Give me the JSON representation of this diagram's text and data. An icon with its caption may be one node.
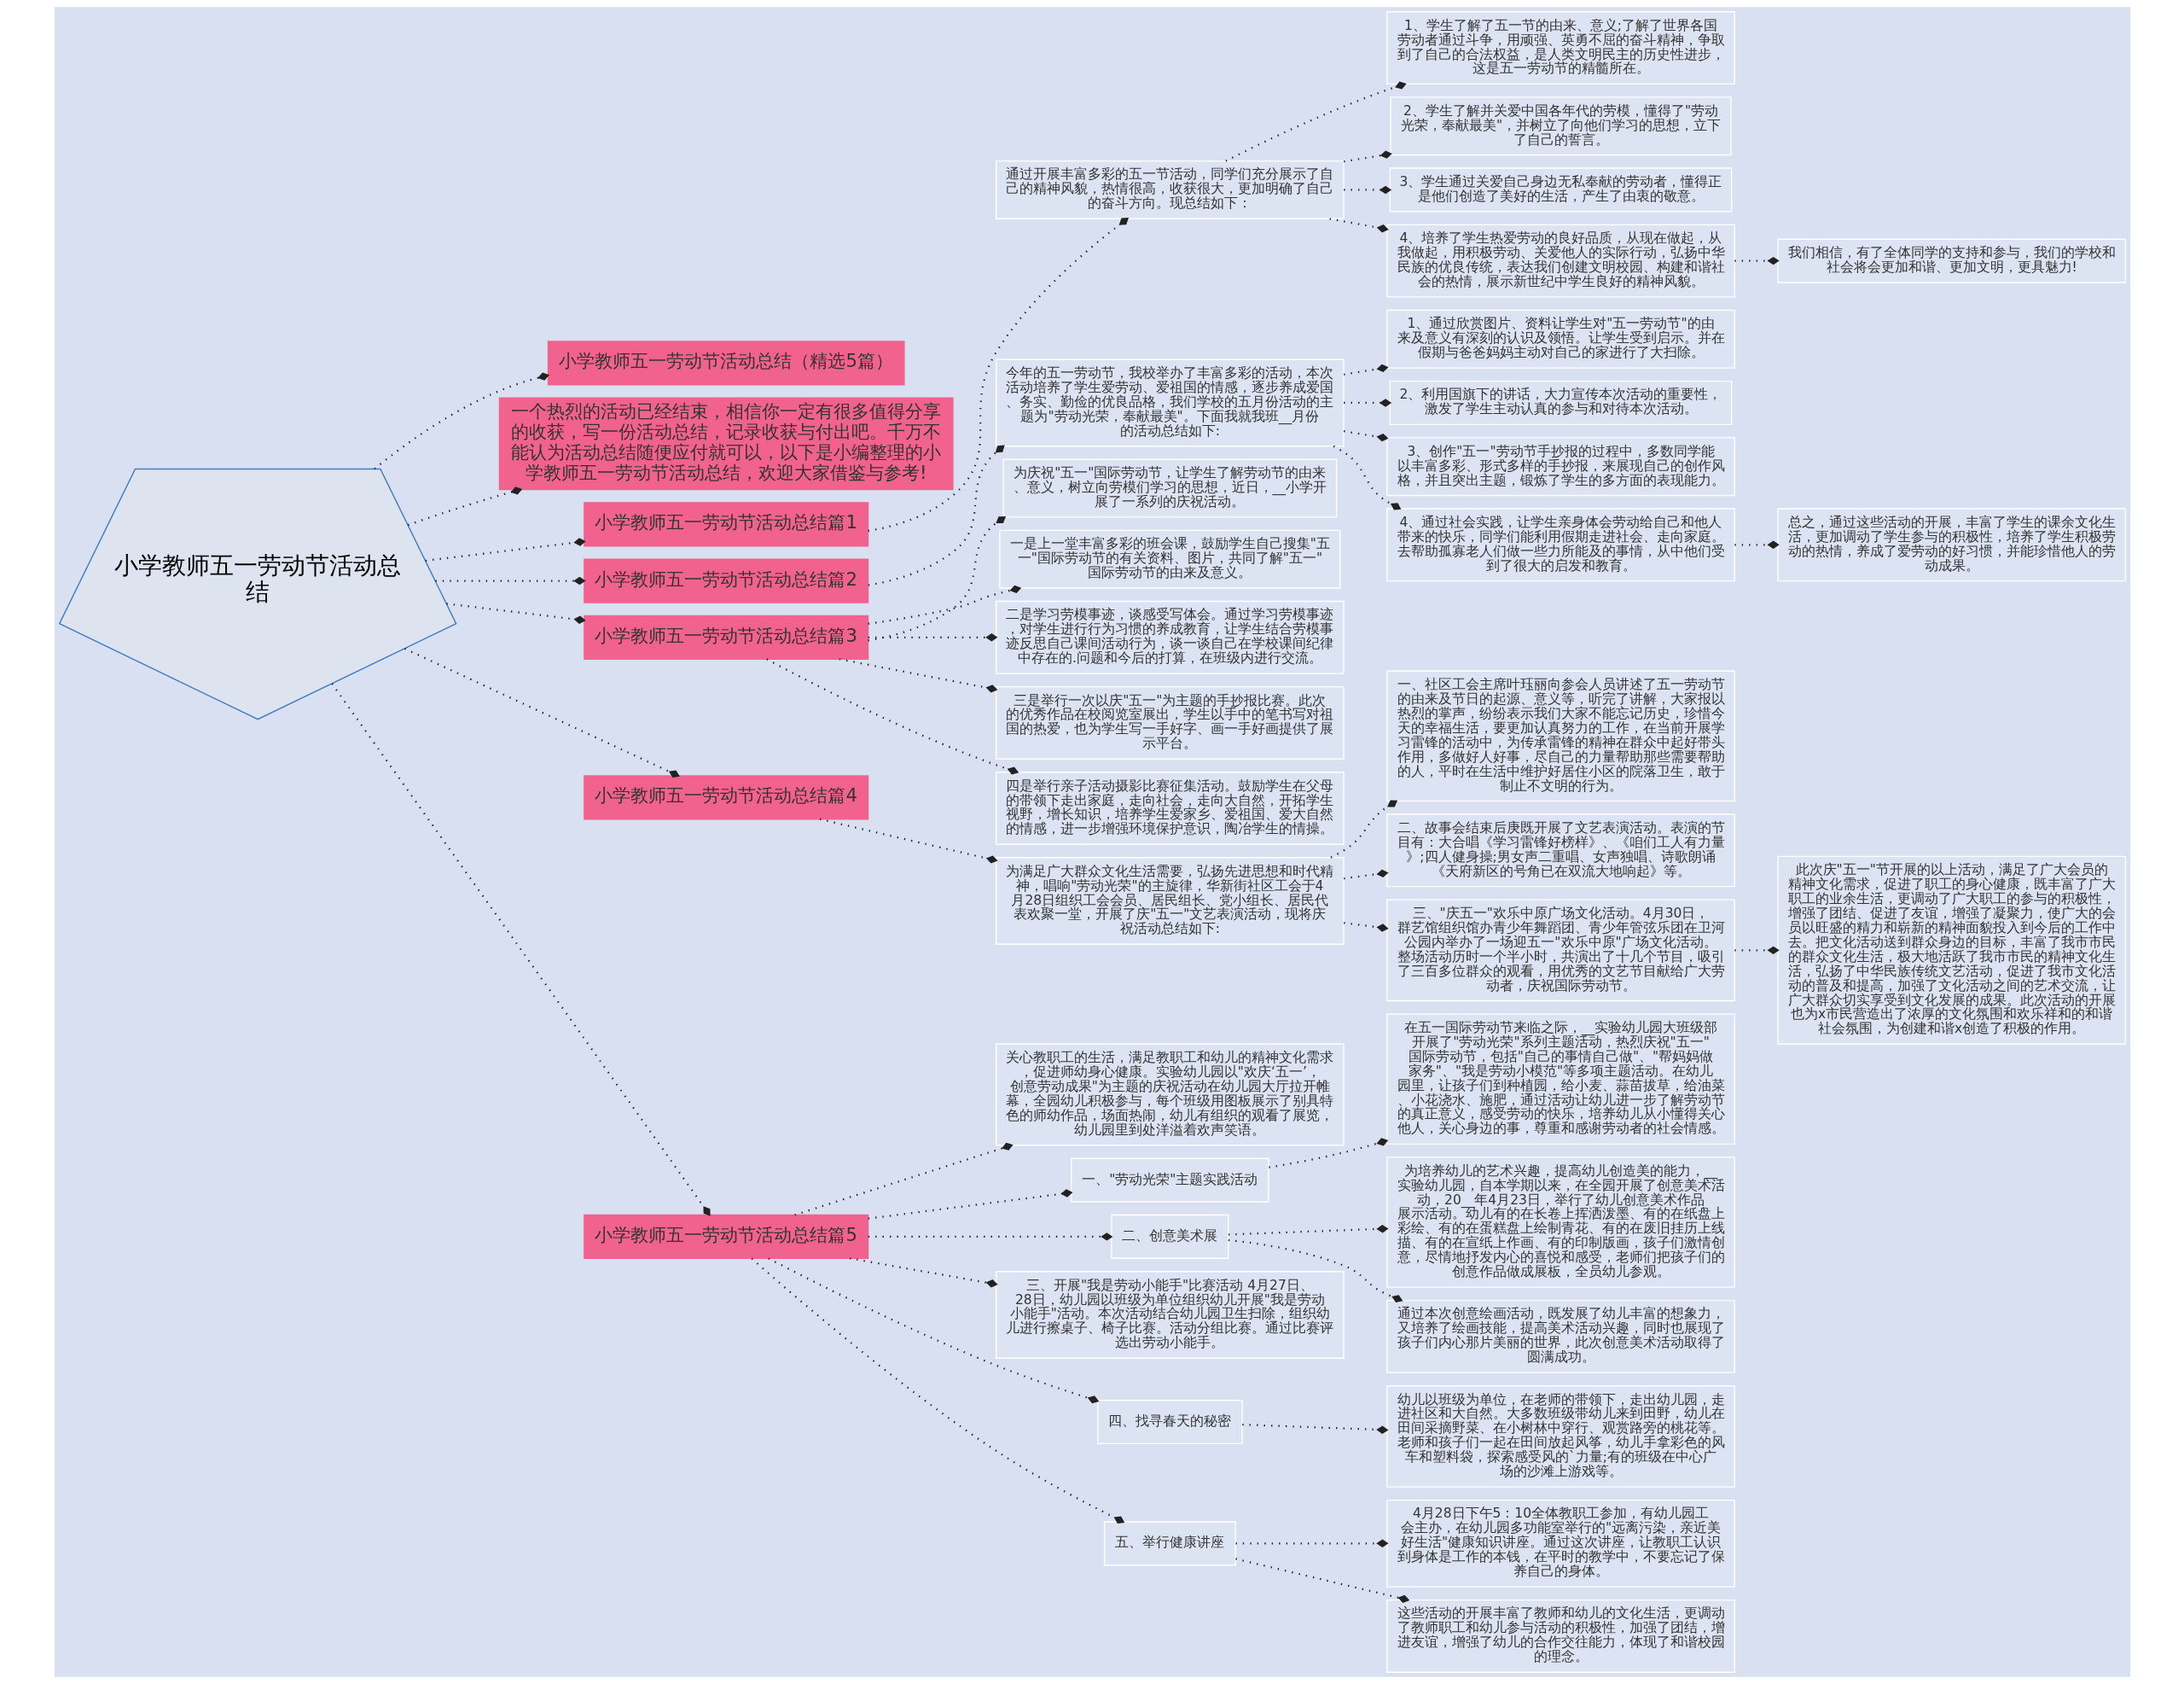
{
  "diagram": {
    "nodes": [
      {
        "text": [
          "小学教师五一劳动节活动总结"
        ]
      },
      {
        "text": [
          "小学教师五一劳动节活动总结（精选5篇）"
        ]
      },
      {
        "text": [
          "一个热烈的活动已经结束，相信你一定有很多值得分享的收获，写一份活动总结，记录收获与付出吧。千万不能认为活动总结随便应付就可以，以下是小编整理的小学教师五一劳动节活动总结，欢迎大家借鉴与参考!"
        ]
      },
      {
        "text": [
          "小学教师五一劳动节活动总结篇1"
        ]
      },
      {
        "text": [
          "通过开展丰富多彩的五一节活动，同学们充分展示了自己的精神风貌，热情很高，收获很大，更加明确了自己的奋斗方向。现总结如下："
        ]
      },
      {
        "text": [
          "1、学生了解了五一节的由来、意义;了解了世界各国劳动者通过斗争，用顽强、英勇不屈的奋斗精神，争取到了自己的合法权益，是人类文明民主的历史性进步，这是五一劳动节的精髓所在。"
        ]
      },
      {
        "text": [
          "2、学生了解并关爱中国各年代的劳模，懂得了\"劳动光荣，奉献最美\"，并树立了向他们学习的思想，立下了自己的誓言。"
        ]
      },
      {
        "text": [
          "3、学生通过关爱自己身边无私奉献的劳动者，懂得正是他们创造了美好的生活，产生了由衷的敬意。"
        ]
      },
      {
        "text": [
          "4、培养了学生热爱劳动的良好品质，从现在做起，从我做起，用积极劳动、关爱他人的实际行动，弘扬中华民族的优良传统，表达我们创建文明校园、构建和谐社会的热情，展示新世纪中学生良好的精神风貌。"
        ]
      },
      {
        "text": [
          "我们相信，有了全体同学的支持和参与，我们的学校和社会将会更加和谐、更加文明，更具魅力!"
        ]
      },
      {
        "text": [
          "小学教师五一劳动节活动总结篇2"
        ]
      },
      {
        "text": [
          "今年的五一劳动节，我校举办了丰富多彩的活动，本次活动培养了学生爱劳动、爱祖国的情感，逐步养成爱国、务实、勤俭的优良品格，我们学校的五月份活动的主题为\"劳动光荣，奉献最美\"。下面我就我班__月份的活动总结如下:"
        ]
      },
      {
        "text": [
          "1、通过欣赏图片、资料让学生对\"五一劳动节\"的由来及意义有深刻的认识及领悟。让学生受到启示。并在假期与爸爸妈妈主动对自己的家进行了大扫除。"
        ]
      },
      {
        "text": [
          "2、利用国旗下的讲话，大力宣传本次活动的重要性，激发了学生主动认真的参与和对待本次活动。"
        ]
      },
      {
        "text": [
          "3、创作\"五一\"劳动节手抄报的过程中，多数同学能以丰富多彩、形式多样的手抄报，来展现自己的创作风格，并且突出主题，锻炼了学生的多方面的表现能力。"
        ]
      },
      {
        "text": [
          "4、通过社会实践，让学生亲身体会劳动给自己和他人带来的快乐，同学们能利用假期走进社会、走向家庭。去帮助孤寡老人们做一些力所能及的事情，从中他们受到了很大的启发和教育。"
        ]
      },
      {
        "text": [
          "总之，通过这些活动的开展，丰富了学生的课余文化生活，更加调动了学生参与的积极性，培养了学生积极劳动的热情，养成了爱劳动的好习惯，并能珍惜他人的劳动成果。"
        ]
      },
      {
        "text": [
          "小学教师五一劳动节活动总结篇3"
        ]
      },
      {
        "text": [
          "为庆祝\"五一\"国际劳动节，让学生了解劳动节的由来、意义，树立向劳模们学习的思想，近日，__小学开展了一系列的庆祝活动。"
        ]
      },
      {
        "text": [
          "一是上一堂丰富多彩的班会课，鼓励学生自己搜集\"五一\"国际劳动节的有关资料、图片，共同了解\"五一\"国际劳动节的由来及意义。"
        ]
      },
      {
        "text": [
          "二是学习劳模事迹，谈感受写体会。通过学习劳模事迹，对学生进行行为习惯的养成教育，让学生结合劳模事迹反思自己课间活动行为，谈一谈自己在学校课间纪律中存在的.问题和今后的打算，在班级内进行交流。"
        ]
      },
      {
        "text": [
          "三是举行一次以庆\"五一\"为主题的手抄报比赛。此次的优秀作品在校阅览室展出，学生以手中的笔书写对祖国的热爱，也为学生写一手好字、画一手好画提供了展示平台。"
        ]
      },
      {
        "text": [
          "四是举行亲子活动摄影比赛征集活动。鼓励学生在父母的带领下走出家庭，走向社会，走向大自然，开拓学生视野，增长知识，培养学生爱家乡、爱祖国、爱大自然的情感，进一步增强环境保护意识，陶冶学生的情操。"
        ]
      },
      {
        "text": [
          "小学教师五一劳动节活动总结篇4"
        ]
      },
      {
        "text": [
          "为满足广大群众文化生活需要，弘扬先进思想和时代精神，唱响\"劳动光荣\"的主旋律，华新街社区工会于4月28日组织工会会员、居民组长、党小组长、居民代表欢聚一堂，开展了庆\"五一\"文艺表演活动，现将庆祝活动总结如下:"
        ]
      },
      {
        "text": [
          "一、社区工会主席叶珏丽向参会人员讲述了五一劳动节的由来及节日的起源、意义等，听完了讲解，大家报以热烈的掌声，纷纷表示我们大家不能忘记历史，珍惜今天的幸福生活，要更加认真努力的工作，在当前开展学习雷锋的活动中，为传承雷锋的精神在群众中起好带头作用，多做好人好事，尽自己的力量帮助那些需要帮助的人，平时在生活中维护好居住小区的院落卫生，敢于制止不文明的行为。"
        ]
      },
      {
        "text": [
          "二、故事会结束后庚既开展了文艺表演活动。表演的节目有：大合唱《学习雷锋好榜样》、《咱们工人有力量》;四人健身操;男女声二重唱、女声独唱、诗歌朗诵《天府新区的号角已在双流大地响起》等。"
        ]
      },
      {
        "text": [
          "三、\"庆五一\"欢乐中原广场文化活动。4月30日，群艺馆组织馆办青少年舞蹈团、青少年管弦乐团在卫河公园内举办了一场迎五一\"欢乐中原\"广场文化活动。整场活动历时一个半小时，共演出了十几个节目，吸引了三百多位群众的观看，用优秀的文艺节目献给广大劳动者，庆祝国际劳动节。"
        ]
      },
      {
        "text": [
          "此次庆\"五一\"节开展的以上活动，满足了广大会员的精神文化需求，促进了职工的身心健康，既丰富了广大职工的业余生活，更调动了广大职工的参与的积极性，增强了团结、促进了友谊，增强了凝聚力，使广大的会员以旺盛的精力和崭新的精神面貌投入到今后的工作中去。把文化活动送到群众身边的目标，丰富了我市市民的群众文化生活，极大地活跃了我市市民的精神文化生活，弘扬了中华民族传统文艺活动，促进了我市文化活动的普及和提高，加强了文化活动之间的艺术交流，让广大群众切实享受到文化发展的成果。此次活动的开展也为x市民营造出了浓厚的文化氛围和欢乐祥和的和谐社会氛围，为创建和谐x创造了积极的作用。"
        ]
      },
      {
        "text": [
          "小学教师五一劳动节活动总结篇5"
        ]
      },
      {
        "text": [
          "关心教职工的生活，满足教职工和幼儿的精神文化需求，促进师幼身心健康。实验幼儿园以\"欢庆‘五一’，创意劳动成果\"为主题的庆祝活动在幼儿园大厅拉开帷幕，全园幼儿积极参与，每个班级用图板展示了别具特色的师幼作品，场面热闹，幼儿有组织的观看了展览，幼儿园里到处洋溢着欢声笑语。"
        ]
      },
      {
        "text": [
          "一、\"劳动光荣\"主题实践活动"
        ]
      },
      {
        "text": [
          "在五一国际劳动节来临之际，__实验幼儿园大班级部开展了\"劳动光荣\"系列主题活动，热烈庆祝\"五一\"国际劳动节，包括\"自己的事情自己做\"、\"帮妈妈做家务\"、\"我是劳动小模范\"等多项主题活动。在幼儿园里，让孩子们到种植园，给小麦、蒜苗拔草，给油菜、小花浇水、施肥，通过活动让幼儿进一步了解劳动节的真正意义，感受劳动的快乐，培养幼儿从小懂得关心他人，关心身边的事，尊重和感谢劳动者的社会情感。"
        ]
      },
      {
        "text": [
          "二、创意美术展"
        ]
      },
      {
        "text": [
          "为培养幼儿的艺术兴趣，提高幼儿创造美的能力，__实验幼儿园，自本学期以来，在全园开展了创意美术活动，20__年4月23日，举行了幼儿创意美术作品展示活动。幼儿有的在长卷上挥洒泼墨、有的在纸盘上彩绘、有的在蛋糕盘上绘制青花、有的在废旧挂历上线描、有的在宣纸上作画、有的印制版画，孩子们激情创意，尽情地抒发内心的喜悦和感受，老师们把孩子们的创意作品做成展板，全员幼儿参观。"
        ]
      },
      {
        "text": [
          "通过本次创意绘画活动，既发展了幼儿丰富的想象力，又培养了绘画技能，提高美术活动兴趣，同时也展现了孩子们内心那片美丽的世界，此次创意美术活动取得了圆满成功。"
        ]
      },
      {
        "text": [
          "三、开展\"我是劳动小能手\"比赛活动 4月27日、28日，幼儿园以班级为单位组织幼儿开展\"我是劳动小能手\"活动。本次活动结合幼儿园卫生扫除，组织幼儿进行擦桌子、椅子比赛。活动分组比赛。通过比赛评选出劳动小能手。"
        ]
      },
      {
        "text": [
          "四、找寻春天的秘密"
        ]
      },
      {
        "text": [
          "幼儿以班级为单位，在老师的带领下，走出幼儿园，走进社区和大自然。大多数班级带幼儿来到田野，幼儿在田间采摘野菜、在小树林中穿行、观赏路旁的桃花等。老师和孩子们一起在田间放起风筝，幼儿手拿彩色的风车和塑料袋，探索感受风的`力量;有的班级在中心广场的沙滩上游戏等。"
        ]
      },
      {
        "text": [
          "五、举行健康讲座"
        ]
      },
      {
        "text": [
          "4月28日下午5：10全体教职工参加，有幼儿园工会主办，在幼儿园多功能室举行的\"远离污染，亲近美好生活\"健康知识讲座。通过这次讲座，让教职工认识到身体是工作的本钱，在平时的教学中，不要忘记了保养自己的身体。"
        ]
      },
      {
        "text": [
          "这些活动的开展丰富了教师和幼儿的文化生活，更调动了教师职工和幼儿参与活动的积极性，加强了团结，增进友谊，增强了幼儿的合作交往能力，体现了和谐校园的理念。"
        ]
      }
    ],
    "edges": [
      {
        "from": 0,
        "to": 1,
        "arrow": "other"
      },
      {
        "from": 0,
        "to": 2,
        "arrow": "other"
      },
      {
        "from": 0,
        "to": 3,
        "arrow": "other"
      },
      {
        "from": 3,
        "to": 4,
        "arrow": "other"
      },
      {
        "from": 4,
        "to": 5,
        "arrow": "other"
      },
      {
        "from": 4,
        "to": 6,
        "arrow": "other"
      },
      {
        "from": 4,
        "to": 7,
        "arrow": "other"
      },
      {
        "from": 4,
        "to": 8,
        "arrow": "other"
      },
      {
        "from": 8,
        "to": 9,
        "arrow": "other"
      },
      {
        "from": 0,
        "to": 10,
        "arrow": "other"
      },
      {
        "from": 10,
        "to": 11,
        "arrow": "other"
      },
      {
        "from": 11,
        "to": 12,
        "arrow": "other"
      },
      {
        "from": 11,
        "to": 13,
        "arrow": "other"
      },
      {
        "from": 11,
        "to": 14,
        "arrow": "other"
      },
      {
        "from": 11,
        "to": 15,
        "arrow": "other"
      },
      {
        "from": 15,
        "to": 16,
        "arrow": "other"
      },
      {
        "from": 0,
        "to": 17,
        "arrow": "other"
      },
      {
        "from": 17,
        "to": 18,
        "arrow": "other"
      },
      {
        "from": 17,
        "to": 19,
        "arrow": "other"
      },
      {
        "from": 17,
        "to": 20,
        "arrow": "other"
      },
      {
        "from": 17,
        "to": 21,
        "arrow": "other"
      },
      {
        "from": 17,
        "to": 22,
        "arrow": "other"
      },
      {
        "from": 0,
        "to": 23,
        "arrow": "other"
      },
      {
        "from": 23,
        "to": 24,
        "arrow": "other"
      },
      {
        "from": 24,
        "to": 25,
        "arrow": "other"
      },
      {
        "from": 24,
        "to": 26,
        "arrow": "other"
      },
      {
        "from": 24,
        "to": 27,
        "arrow": "other"
      },
      {
        "from": 27,
        "to": 28,
        "arrow": "other"
      },
      {
        "from": 0,
        "to": 29,
        "arrow": "other"
      },
      {
        "from": 29,
        "to": 30,
        "arrow": "other"
      },
      {
        "from": 29,
        "to": 31,
        "arrow": "other"
      },
      {
        "from": 31,
        "to": 32,
        "arrow": "other"
      },
      {
        "from": 29,
        "to": 33,
        "arrow": "other"
      },
      {
        "from": 33,
        "to": 34,
        "arrow": "other"
      },
      {
        "from": 33,
        "to": 35,
        "arrow": "other"
      },
      {
        "from": 29,
        "to": 36,
        "arrow": "other"
      },
      {
        "from": 29,
        "to": 37,
        "arrow": "other"
      },
      {
        "from": 37,
        "to": 38,
        "arrow": "other"
      },
      {
        "from": 29,
        "to": 39,
        "arrow": "other"
      },
      {
        "from": 39,
        "to": 40,
        "arrow": "other"
      },
      {
        "from": 39,
        "to": 41,
        "arrow": "other"
      }
    ]
  }
}
